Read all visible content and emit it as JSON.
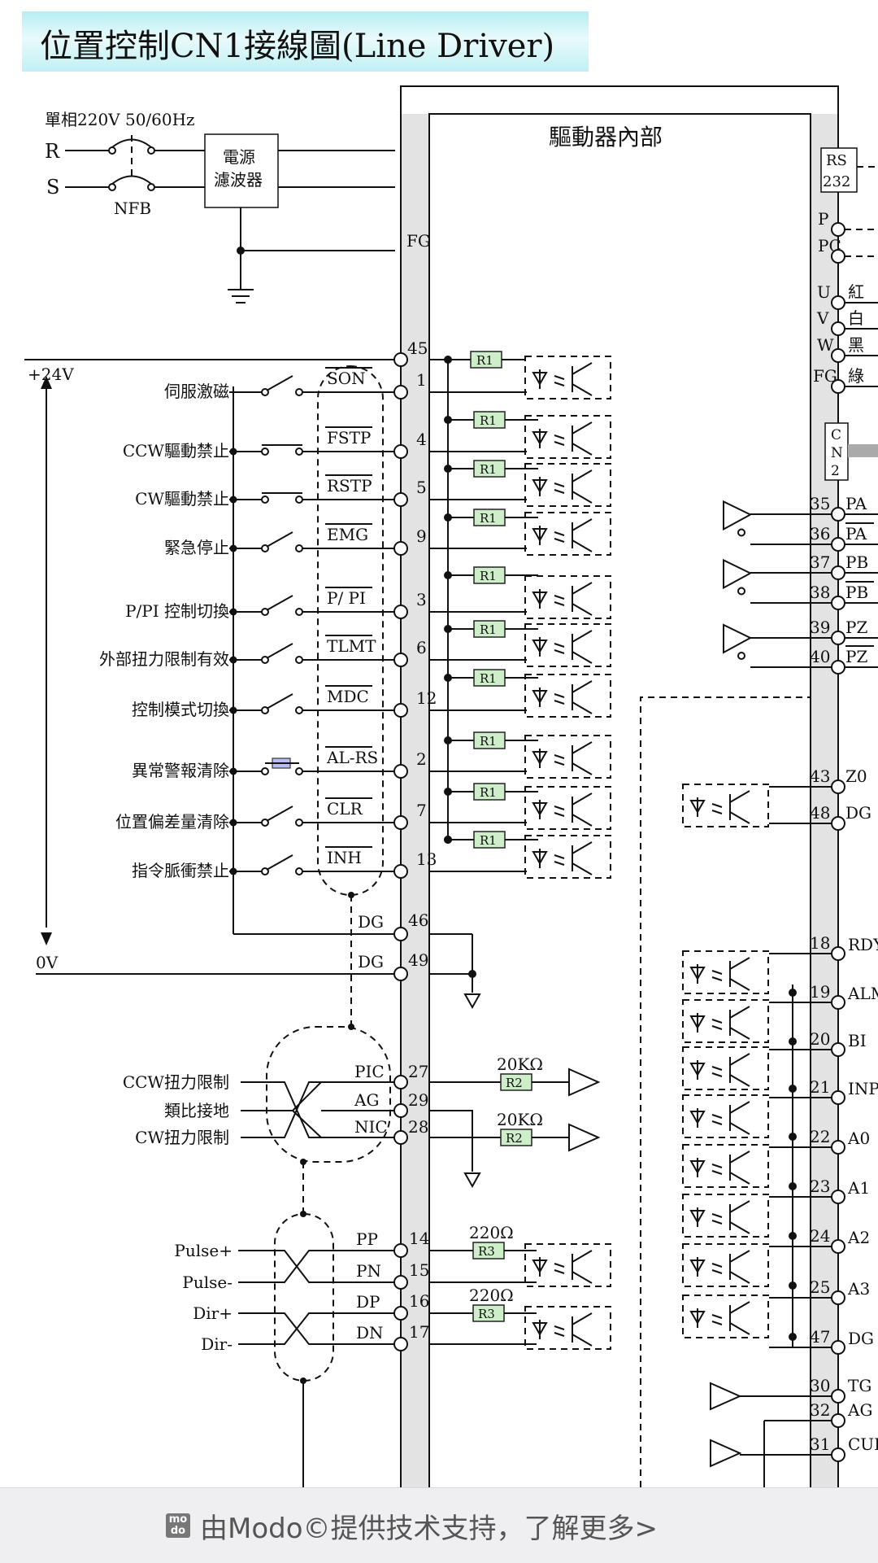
{
  "title": "位置控制CN1接線圖(Line Driver)",
  "power": {
    "supply": "單相220V 50/60Hz",
    "r": "R",
    "s": "S",
    "nfb": "NFB",
    "filter": [
      "電源",
      "濾波器"
    ],
    "fg": "FG"
  },
  "drive_label": "驅動器內部",
  "supply24": {
    "plus": "+24V",
    "zero": "0V"
  },
  "inputs": [
    {
      "label": "伺服激磁",
      "signal": "SON",
      "pin": "1"
    },
    {
      "label": "CCW驅動禁止",
      "signal": "FSTP",
      "pin": "4"
    },
    {
      "label": "CW驅動禁止",
      "signal": "RSTP",
      "pin": "5"
    },
    {
      "label": "緊急停止",
      "signal": "EMG",
      "pin": "9"
    },
    {
      "label": "P/PI 控制切換",
      "signal": "P/ PI",
      "pin": "3"
    },
    {
      "label": "外部扭力限制有效",
      "signal": "TLMT",
      "pin": "6"
    },
    {
      "label": "控制模式切換",
      "signal": "MDC",
      "pin": "12"
    },
    {
      "label": "異常警報清除",
      "signal": "AL-RS",
      "pin": "2"
    },
    {
      "label": "位置偏差量清除",
      "signal": "CLR",
      "pin": "7"
    },
    {
      "label": "指令脈衝禁止",
      "signal": "INH",
      "pin": "13"
    }
  ],
  "pin45": "45",
  "r1": "R1",
  "dg": [
    {
      "signal": "DG",
      "pin": "46"
    },
    {
      "signal": "DG",
      "pin": "49"
    }
  ],
  "analog": {
    "labels": [
      "CCW扭力限制",
      "類比接地",
      "CW扭力限制"
    ],
    "pins": [
      {
        "signal": "PIC",
        "pin": "27"
      },
      {
        "signal": "AG",
        "pin": "29"
      },
      {
        "signal": "NIC",
        "pin": "28"
      }
    ],
    "res_value": "20KΩ",
    "res": "R2"
  },
  "pulse": {
    "labels": [
      "Pulse+",
      "Pulse-",
      "Dir+",
      "Dir-"
    ],
    "pins": [
      {
        "signal": "PP",
        "pin": "14"
      },
      {
        "signal": "PN",
        "pin": "15"
      },
      {
        "signal": "DP",
        "pin": "16"
      },
      {
        "signal": "DN",
        "pin": "17"
      }
    ],
    "res_value": "220Ω",
    "res": "R3"
  },
  "right": {
    "rs232": [
      "RS",
      "232"
    ],
    "p": "P",
    "pc": "PC",
    "motor": [
      {
        "sig": "U",
        "color": "紅"
      },
      {
        "sig": "V",
        "color": "白"
      },
      {
        "sig": "W",
        "color": "黑"
      },
      {
        "sig": "FG",
        "color": "綠"
      }
    ],
    "cn2": [
      "C",
      "N",
      "2"
    ],
    "encoder": [
      {
        "pin": "35",
        "sig": "PA"
      },
      {
        "pin": "36",
        "sig": "PA"
      },
      {
        "pin": "37",
        "sig": "PB"
      },
      {
        "pin": "38",
        "sig": "PB"
      },
      {
        "pin": "39",
        "sig": "PZ"
      },
      {
        "pin": "40",
        "sig": "PZ"
      }
    ],
    "z0": [
      {
        "pin": "43",
        "sig": "Z0"
      },
      {
        "pin": "48",
        "sig": "DG"
      }
    ],
    "outputs": [
      {
        "pin": "18",
        "sig": "RDY"
      },
      {
        "pin": "19",
        "sig": "ALM"
      },
      {
        "pin": "20",
        "sig": "BI"
      },
      {
        "pin": "21",
        "sig": "INP"
      },
      {
        "pin": "22",
        "sig": "A0"
      },
      {
        "pin": "23",
        "sig": "A1"
      },
      {
        "pin": "24",
        "sig": "A2"
      },
      {
        "pin": "25",
        "sig": "A3"
      },
      {
        "pin": "47",
        "sig": "DG"
      }
    ],
    "analog_out": [
      {
        "pin": "30",
        "sig": "TG"
      },
      {
        "pin": "32",
        "sig": "AG"
      },
      {
        "pin": "31",
        "sig": "CUR"
      }
    ]
  },
  "footer": {
    "icon": "modo-logo-icon",
    "icon_text": "mo do",
    "text": "由Modo©提供技术支持，了解更多>"
  }
}
